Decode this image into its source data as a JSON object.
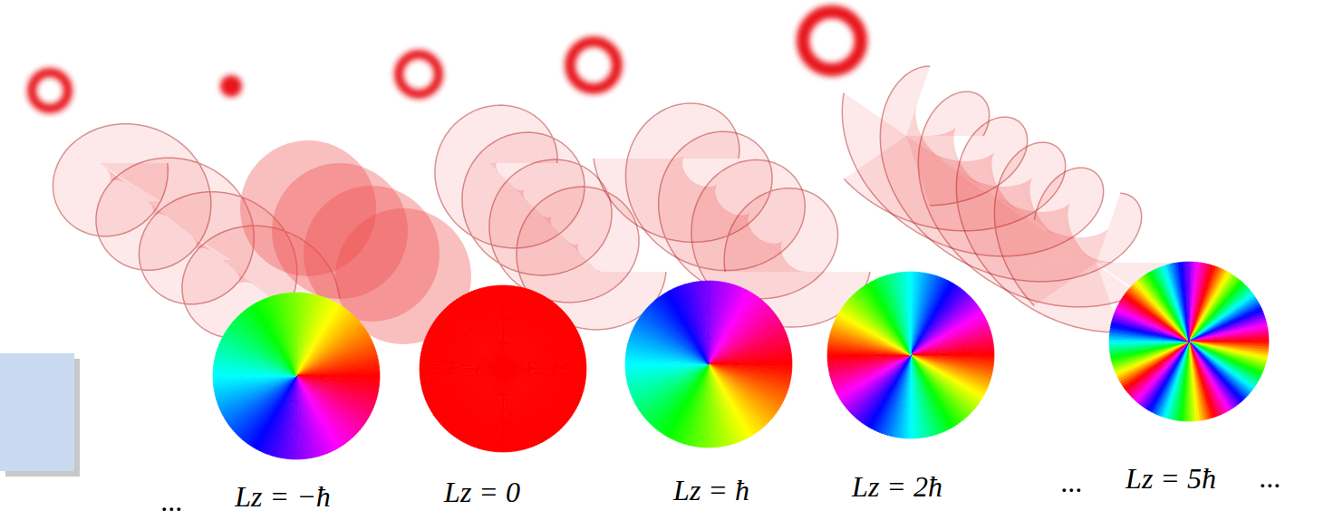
{
  "diagram": {
    "labels": [
      "...",
      "Lz = −ħ",
      "Lz = 0",
      "Lz = ħ",
      "Lz = 2ħ",
      "...",
      "Lz = 5ħ",
      "..."
    ]
  }
}
